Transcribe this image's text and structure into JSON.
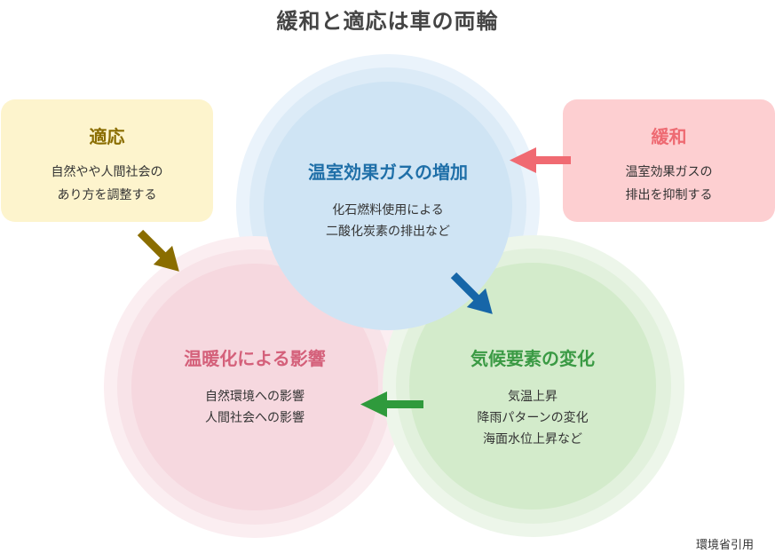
{
  "title": "緩和と適応は車の両輪",
  "circles": {
    "greenhouse": {
      "heading": "温室効果ガスの増加",
      "body": "化石燃料使用による\n二酸化炭素の排出など",
      "color": "#1f6fa8"
    },
    "climate": {
      "heading": "気候要素の変化",
      "body": "気温上昇\n降雨パターンの変化\n海面水位上昇など",
      "color": "#3a9a44"
    },
    "warming": {
      "heading": "温暖化による影響",
      "body": "自然環境への影響\n人間社会への影響",
      "color": "#d4607a"
    }
  },
  "boxes": {
    "adaptation": {
      "heading": "適応",
      "body": "自然やや人間社会の\nあり方を調整する",
      "color": "#8a6d00"
    },
    "mitigation": {
      "heading": "緩和",
      "body": "温室効果ガスの\n排出を抑制する",
      "color": "#ee6a72"
    }
  },
  "arrows": {
    "mitigation_color": "#f06a72",
    "adaptation_color": "#8a6d00",
    "greenhouse_color": "#1766a8",
    "climate_color": "#2f9a3c"
  },
  "source": "環境省引用"
}
